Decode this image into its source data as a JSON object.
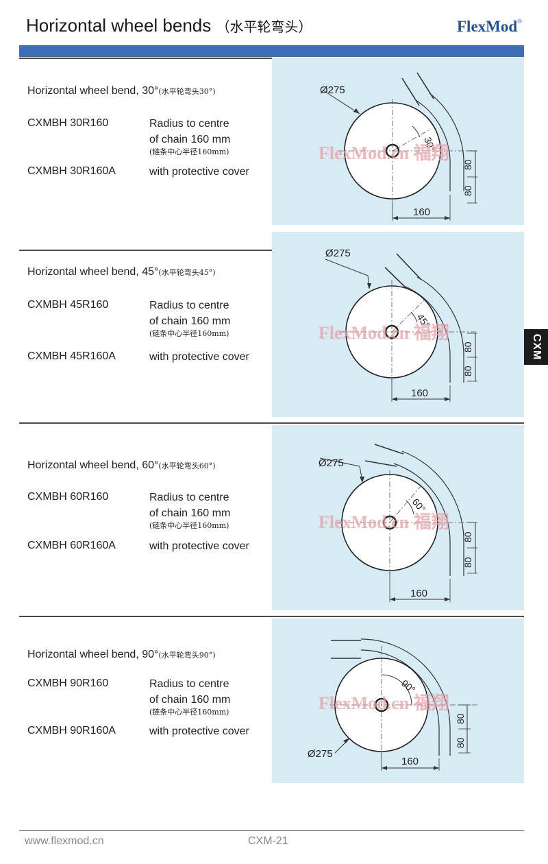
{
  "header": {
    "title": "Horizontal wheel bends",
    "title_cn": "（水平轮弯头）",
    "brand": "FlexMod",
    "brand_mark": "®"
  },
  "side_tab": "CXM",
  "watermark": "FlexMod.cn 福翔",
  "sections": [
    {
      "heading": "Horizontal wheel bend, 30°",
      "heading_cn": "(水平轮弯头30°)",
      "code_1": "CXMBH 30R160",
      "desc_1a": "Radius to centre",
      "desc_1b": "of chain 160 mm",
      "desc_1_cn": "(链条中心半径160mm)",
      "code_2": "CXMBH 30R160A",
      "desc_2": "with protective cover",
      "dims": {
        "diameter": "Ø275",
        "angle": "30°",
        "dim_a": "80",
        "dim_b": "80",
        "width": "160"
      }
    },
    {
      "heading": "Horizontal wheel bend, 45°",
      "heading_cn": "(水平轮弯头45°)",
      "code_1": "CXMBH 45R160",
      "desc_1a": "Radius to centre",
      "desc_1b": "of chain 160 mm",
      "desc_1_cn": "(链条中心半径160mm)",
      "code_2": "CXMBH 45R160A",
      "desc_2": "with protective cover",
      "dims": {
        "diameter": "Ø275",
        "angle": "45°",
        "dim_a": "80",
        "dim_b": "80",
        "width": "160"
      }
    },
    {
      "heading": "Horizontal wheel bend, 60°",
      "heading_cn": "(水平轮弯头60°)",
      "code_1": "CXMBH 60R160",
      "desc_1a": "Radius to centre",
      "desc_1b": "of chain 160 mm",
      "desc_1_cn": "(链条中心半径160mm)",
      "code_2": "CXMBH 60R160A",
      "desc_2": "with protective cover",
      "dims": {
        "diameter": "Ø275",
        "angle": "60°",
        "dim_a": "80",
        "dim_b": "80",
        "width": "160"
      }
    },
    {
      "heading": "Horizontal wheel bend, 90°",
      "heading_cn": "(水平轮弯头90°)",
      "code_1": "CXMBH 90R160",
      "desc_1a": "Radius to centre",
      "desc_1b": "of chain 160 mm",
      "desc_1_cn": "(链条中心半径160mm)",
      "code_2": "CXMBH 90R160A",
      "desc_2": "with protective cover",
      "dims": {
        "diameter": "Ø275",
        "angle": "90°",
        "dim_a": "80",
        "dim_b": "80",
        "width": "160"
      }
    }
  ],
  "footer": {
    "url": "www.flexmod.cn",
    "page": "CXM-21"
  }
}
